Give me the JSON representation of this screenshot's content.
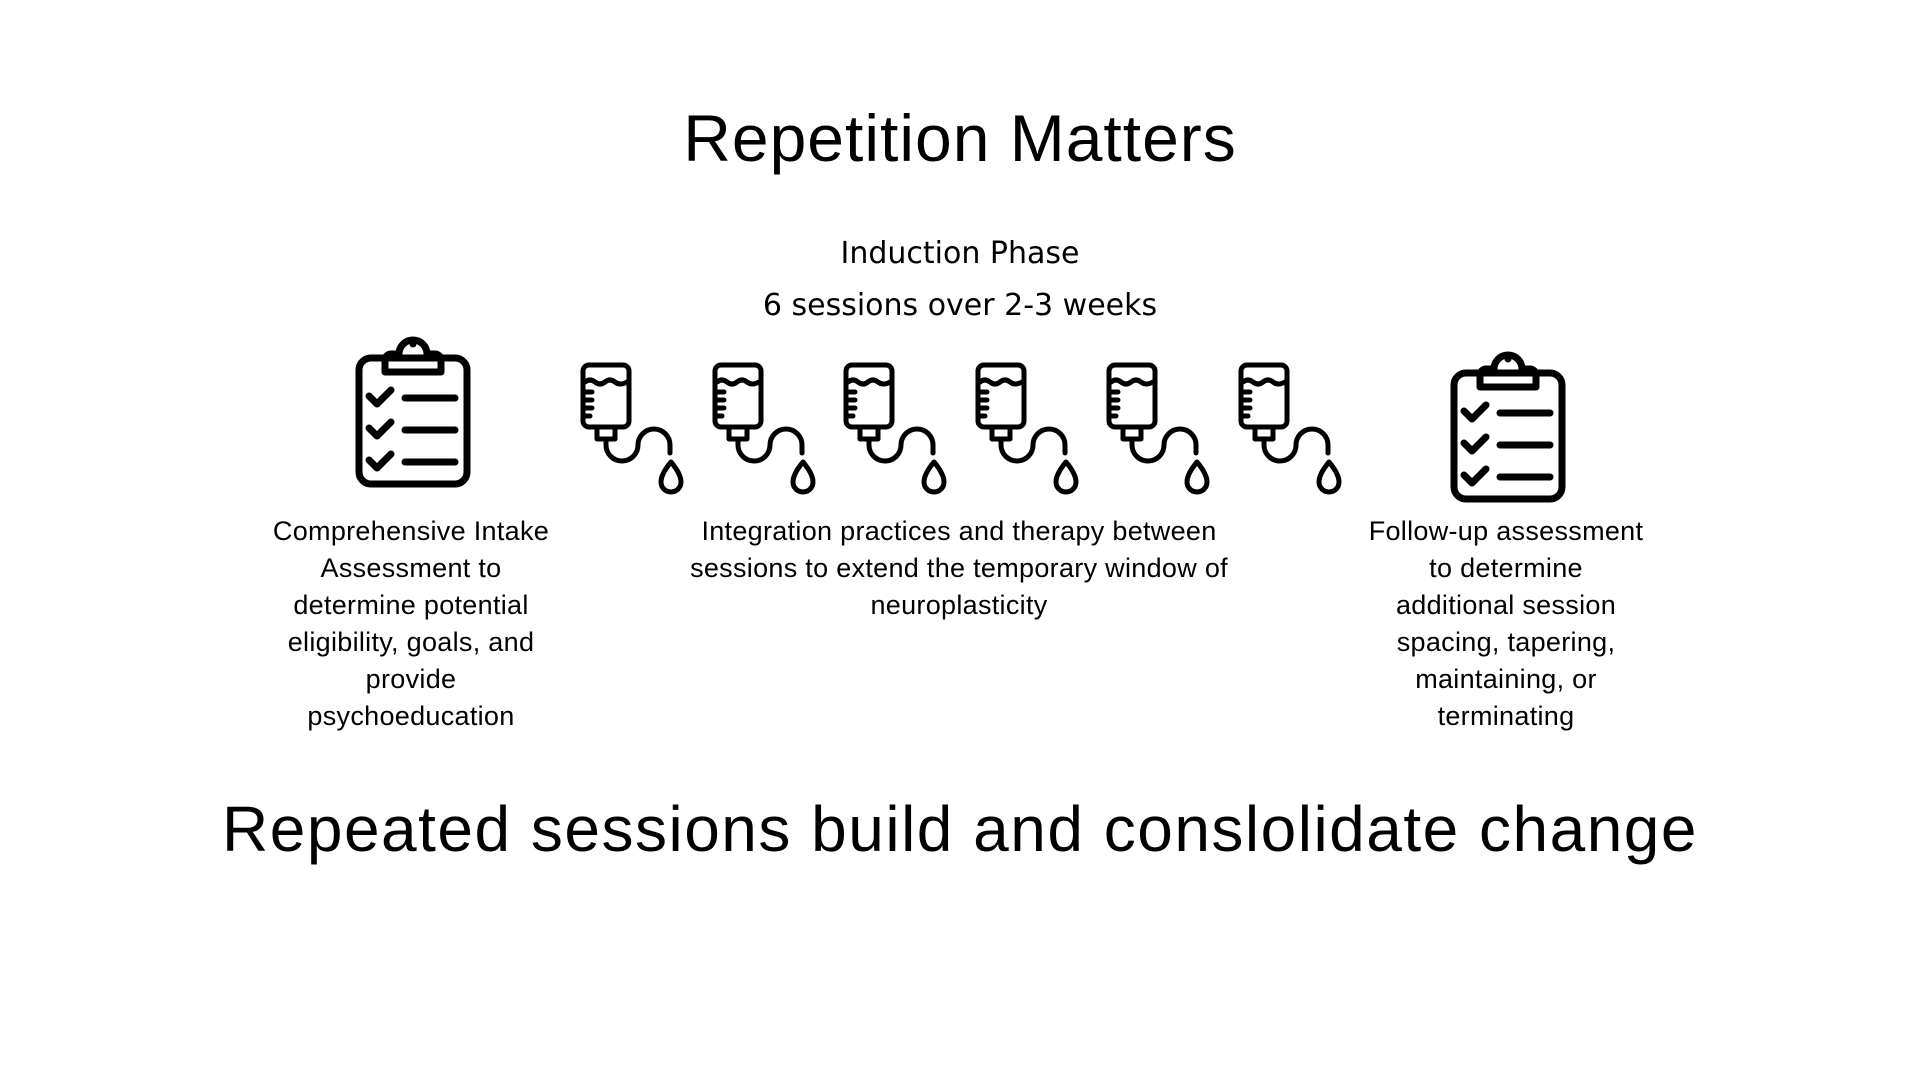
{
  "title": "Repetition Matters",
  "phase": {
    "name": "Induction Phase",
    "detail": "6 sessions over 2-3 weeks"
  },
  "session_count": 6,
  "columns": {
    "intake": [
      "Comprehensive Intake",
      "Assessment to",
      "determine potential",
      "eligibility, goals, and",
      "provide",
      "psychoeducation"
    ],
    "integration": [
      "Integration practices and therapy between",
      "sessions to extend the temporary window of",
      "neuroplasticity"
    ],
    "followup": [
      "Follow-up assessment",
      "to determine",
      "additional session",
      "spacing, tapering,",
      "maintaining, or",
      "terminating"
    ]
  },
  "tagline": "Repeated sessions build and conslolidate change",
  "icons": {
    "intake": "clipboard-checklist-icon",
    "session": "iv-drip-icon",
    "followup": "clipboard-checklist-icon"
  }
}
